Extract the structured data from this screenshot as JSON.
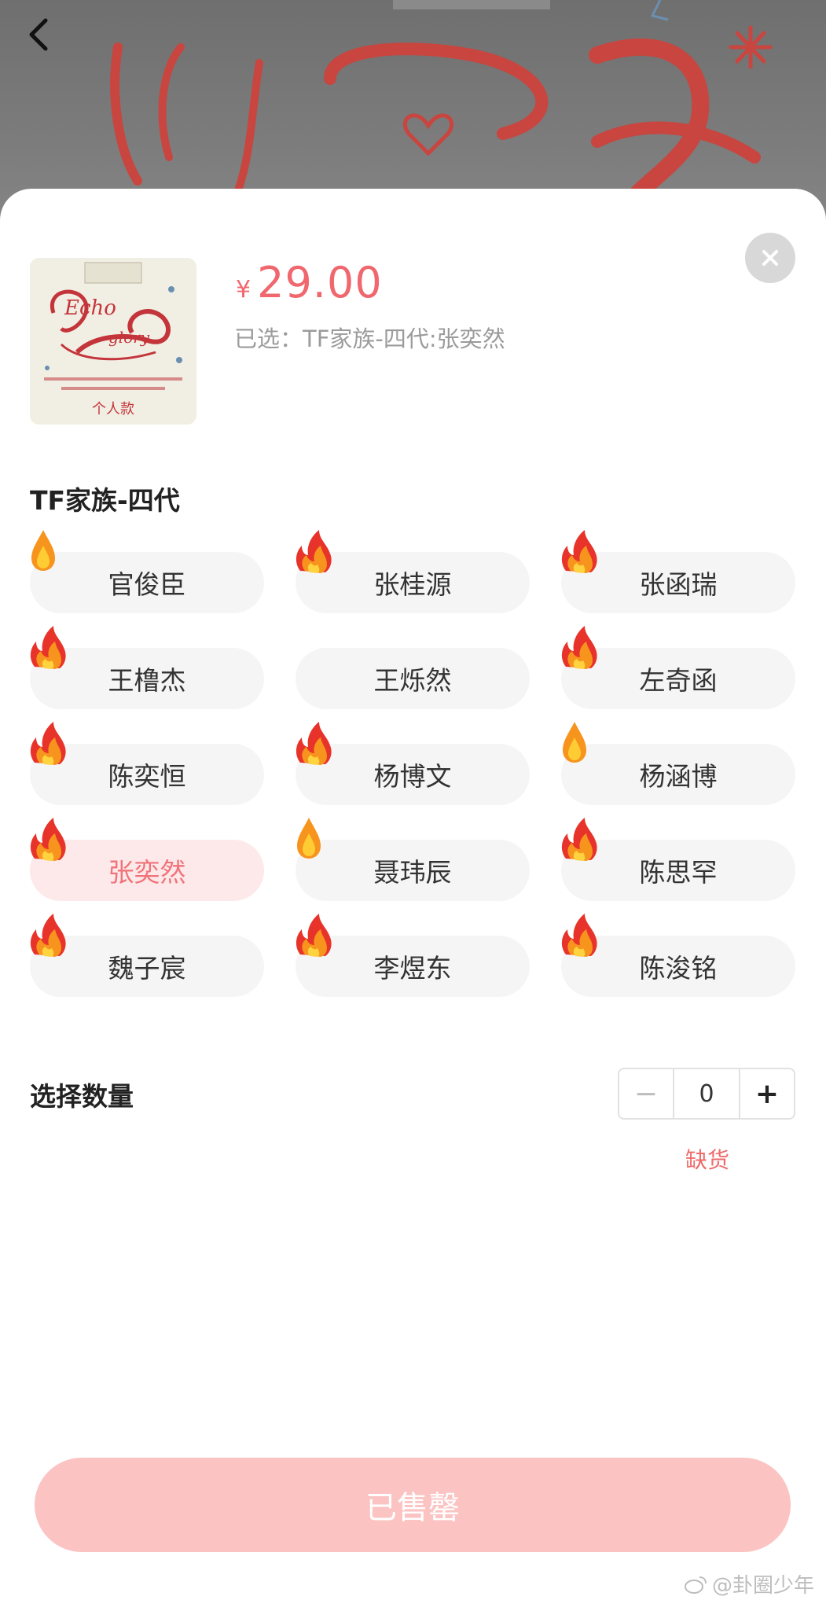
{
  "product": {
    "price_currency": "¥",
    "price_amount": "29.00",
    "selected_label": "已选：",
    "selected_value": "TF家族-四代:张奕然",
    "thumbnail_caption": "个人款"
  },
  "group": {
    "title": "TF家族-四代",
    "members": [
      {
        "name": "官俊臣",
        "hot": "small"
      },
      {
        "name": "张桂源",
        "hot": "big"
      },
      {
        "name": "张函瑞",
        "hot": "big"
      },
      {
        "name": "王橹杰",
        "hot": "big"
      },
      {
        "name": "王烁然",
        "hot": "none"
      },
      {
        "name": "左奇函",
        "hot": "big"
      },
      {
        "name": "陈奕恒",
        "hot": "big"
      },
      {
        "name": "杨博文",
        "hot": "big"
      },
      {
        "name": "杨涵博",
        "hot": "small"
      },
      {
        "name": "张奕然",
        "hot": "big",
        "selected": true
      },
      {
        "name": "聂玮辰",
        "hot": "small"
      },
      {
        "name": "陈思罕",
        "hot": "big"
      },
      {
        "name": "魏子宸",
        "hot": "big"
      },
      {
        "name": "李煜东",
        "hot": "big"
      },
      {
        "name": "陈浚铭",
        "hot": "big"
      }
    ]
  },
  "quantity": {
    "label": "选择数量",
    "minus": "−",
    "value": "0",
    "plus": "+",
    "stock_status": "缺货"
  },
  "action": {
    "soldout_label": "已售罄"
  },
  "watermark": "@卦圈少年",
  "colors": {
    "accent": "#f0676e",
    "selected_chip_bg": "#fde9e9",
    "chip_bg": "#f5f5f5",
    "soldout_bg": "#fcc3c3"
  }
}
